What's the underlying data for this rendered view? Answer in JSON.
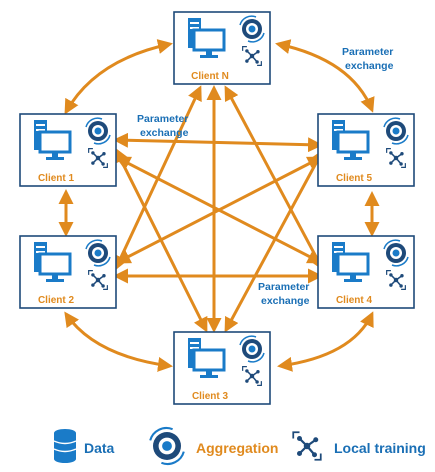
{
  "clients": [
    {
      "id": "client-n",
      "label": "Client N"
    },
    {
      "id": "client-5",
      "label": "Client 5"
    },
    {
      "id": "client-4",
      "label": "Client 4"
    },
    {
      "id": "client-3",
      "label": "Client 3"
    },
    {
      "id": "client-2",
      "label": "Client 2"
    },
    {
      "id": "client-1",
      "label": "Client 1"
    }
  ],
  "annotations": {
    "top_right_1": "Parameter",
    "top_right_2": "exchange",
    "left_1": "Parameter",
    "left_2": "exchange",
    "bottom_right_1": "Parameter",
    "bottom_right_2": "exchange"
  },
  "legend": {
    "data": "Data",
    "aggregation": "Aggregation",
    "local_training": "Local training"
  },
  "colors": {
    "arrow": "#e08a1e",
    "node_blue": "#1a7bc8",
    "dark_blue": "#1e4a7a",
    "label_orange": "#e08a1e",
    "text_blue": "#1a6fb5"
  },
  "icons": {
    "data": "database-icon",
    "aggregation": "gear-cycle-icon",
    "local_training": "network-icon"
  }
}
